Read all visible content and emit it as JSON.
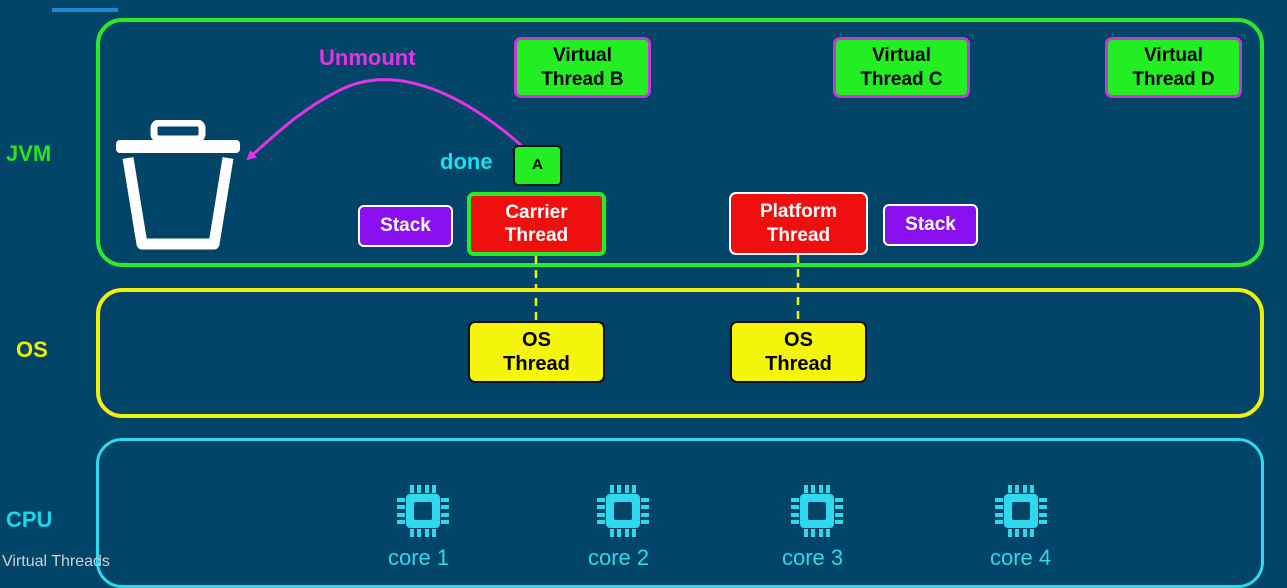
{
  "layers": {
    "jvm_label": "JVM",
    "os_label": "OS",
    "cpu_label": "CPU"
  },
  "jvm": {
    "virtual_threads": [
      {
        "line1": "Virtual",
        "line2": "Thread B"
      },
      {
        "line1": "Virtual",
        "line2": "Thread C"
      },
      {
        "line1": "Virtual",
        "line2": "Thread D"
      }
    ],
    "mounted_thread": "A",
    "done_label": "done",
    "unmount_label": "Unmount",
    "stack_label": "Stack",
    "carrier_thread": {
      "line1": "Carrier",
      "line2": "Thread"
    },
    "platform_thread": {
      "line1": "Platform",
      "line2": "Thread"
    }
  },
  "os": {
    "threads": [
      {
        "line1": "OS",
        "line2": "Thread"
      },
      {
        "line1": "OS",
        "line2": "Thread"
      }
    ]
  },
  "cpu": {
    "cores": [
      "core 1",
      "core 2",
      "core 3",
      "core 4"
    ]
  },
  "footer_text": "Virtual Threads",
  "colors": {
    "background": "#034568",
    "jvm": "#2bea2b",
    "os": "#f0ef10",
    "cpu": "#2fd8ec",
    "unmount": "#e632e6",
    "stack": "#8a10f0",
    "thread_red": "#f00f0f"
  },
  "icons": {
    "trash": "trash-icon",
    "chip": "cpu-chip-icon",
    "arrow": "unmount-arrow"
  }
}
